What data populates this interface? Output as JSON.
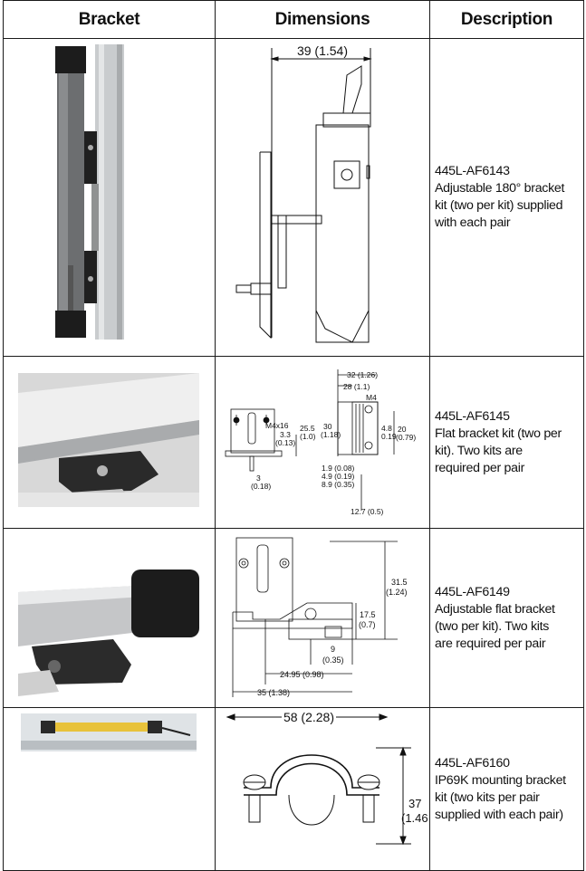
{
  "headers": {
    "bracket": "Bracket",
    "dimensions": "Dimensions",
    "description": "Description"
  },
  "rows": [
    {
      "part": "445L-AF6143",
      "desc_lines": [
        "Adjustable 180° bracket",
        "kit (two per kit) supplied",
        "with each pair"
      ],
      "dims": {
        "width": "39 (1.54)"
      }
    },
    {
      "part": "445L-AF6145",
      "desc_lines": [
        "Flat bracket kit (two per",
        "kit). Two kits are",
        "required per pair"
      ],
      "dims": {
        "d32": "32 (1.26)",
        "d28": "28 (1.1)",
        "m4": "M4",
        "m4x16": "M4x16",
        "d33": "3.3",
        "d33i": "(0.13)",
        "d255": "25.5",
        "d255i": "(1.0)",
        "d30": "30",
        "d30i": "(1.18)",
        "d48": "4.8",
        "d48i": "0.19",
        "d20": "20",
        "d20i": "(0.79)",
        "d3": "3",
        "d3i": "(0.18)",
        "d19": "1.9 (0.08)",
        "d49": "4.9 (0.19)",
        "d89": "8.9 (0.35)",
        "d127": "12.7 (0.5)"
      }
    },
    {
      "part": "445L-AF6149",
      "desc_lines": [
        "Adjustable flat bracket",
        "(two per kit). Two kits",
        "are required per pair"
      ],
      "dims": {
        "d315": "31.5",
        "d315i": "(1.24)",
        "d175": "17.5",
        "d175i": "(0.7)",
        "d9": "9",
        "d9i": "(0.35)",
        "d2495": "24.95 (0.98)",
        "d35": "35 (1.38)"
      }
    },
    {
      "part": "445L-AF6160",
      "desc_lines": [
        "IP69K mounting bracket",
        "kit (two kits per pair",
        "supplied with each pair)"
      ],
      "dims": {
        "d58": "58 (2.28)",
        "d37": "37",
        "d37i": "(1.46"
      }
    }
  ]
}
